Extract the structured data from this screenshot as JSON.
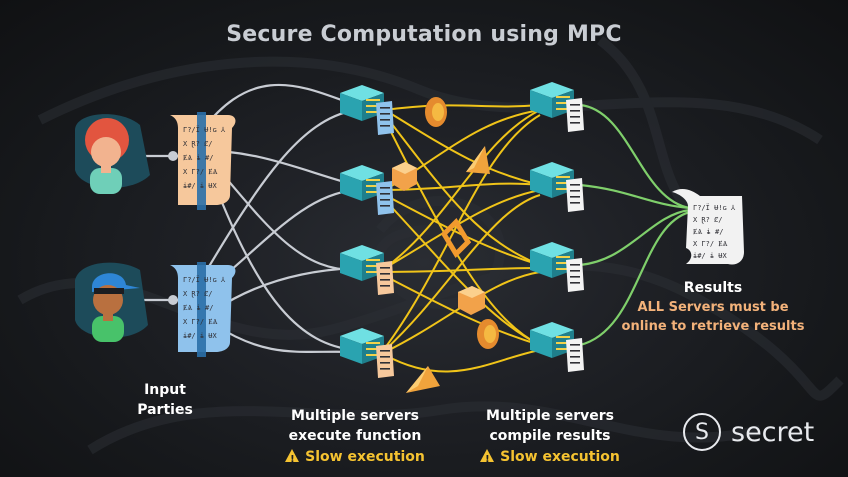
{
  "title": "Secure Computation using MPC",
  "labels": {
    "input_line1": "Input",
    "input_line2": "Parties",
    "exec_line1": "Multiple servers",
    "exec_line2": "execute function",
    "compile_line1": "Multiple servers",
    "compile_line2": "compile results",
    "results": "Results",
    "results_note_line1": "ALL Servers must be",
    "results_note_line2": "online to retrieve results"
  },
  "warnings": {
    "exec": "Slow execution",
    "compile": "Slow execution"
  },
  "doc_glyphs": {
    "line1": "Г?/Ї Ʉ!ɢ ⅄",
    "line2": "X Ɽ? Ȼ/",
    "line3": "ɆѦ ɨ #/",
    "line4": "X Г?/ ɆѦ",
    "line5": "ɨ#/ ɨ ɄX"
  },
  "brand": {
    "name": "secret",
    "logo_glyph": "S"
  },
  "colors": {
    "title": "#c9cdd3",
    "warning": "#f5c331",
    "note": "#f3b27a",
    "link_gray": "#c8ccd3",
    "link_yellow": "#f0c419",
    "link_green": "#7fcf6b",
    "server_teal": "#43c5cf"
  }
}
